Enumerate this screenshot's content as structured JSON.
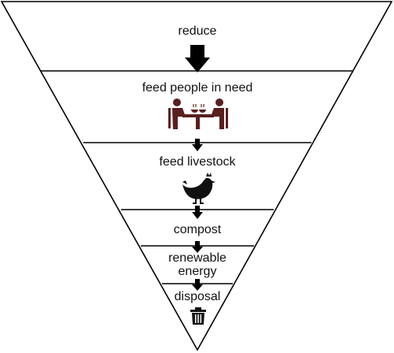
{
  "hierarchy": {
    "levels": [
      {
        "label": "reduce",
        "icon": ""
      },
      {
        "label": "feed people in need",
        "icon": "people-at-table-icon"
      },
      {
        "label": "feed livestock",
        "icon": "chicken-icon"
      },
      {
        "label": "compost",
        "icon": ""
      },
      {
        "label": "renewable energy",
        "label_lines": [
          "renewable",
          "energy"
        ],
        "icon": ""
      },
      {
        "label": "disposal",
        "icon": "trash-can-icon"
      }
    ]
  },
  "colors": {
    "outline": "#000000",
    "arrow": "#000000",
    "people_icon": "#5a1f1f",
    "chicken_icon": "#111111",
    "trash_icon": "#111111"
  }
}
